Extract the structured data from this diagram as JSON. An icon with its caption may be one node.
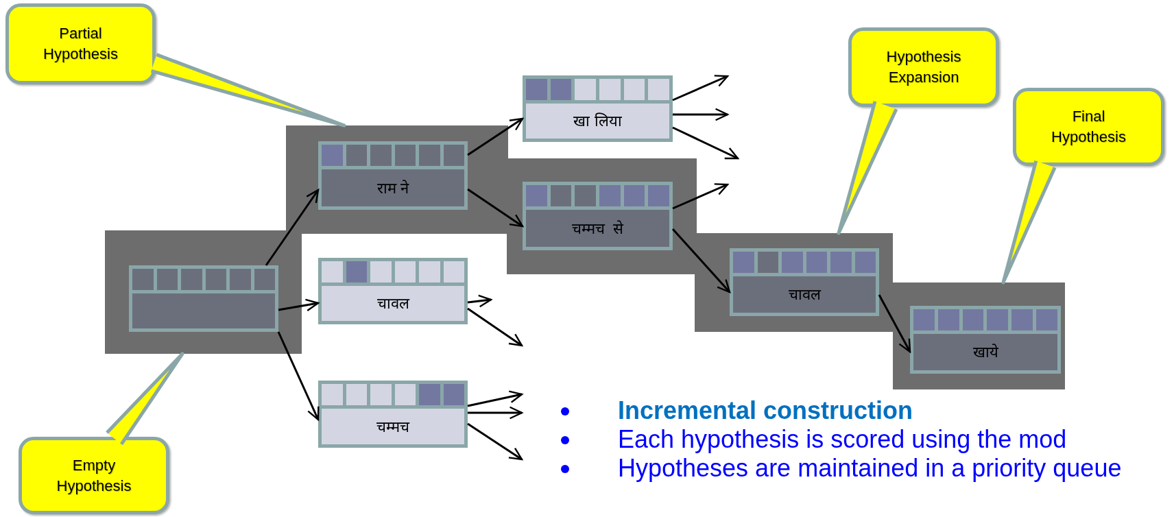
{
  "diagram": {
    "nodes": [
      {
        "text": [
          "Partial Hypothesis"
        ]
      },
      {
        "text": [
          "Hypothesis Expansion"
        ]
      },
      {
        "text": [
          "Final Hypothesis"
        ]
      },
      {
        "text": [],
        "shape": "box"
      },
      {
        "text": [
          "राम ने"
        ],
        "in": 3
      },
      {
        "text": [
          "खा लिया"
        ]
      },
      {
        "text": [],
        "shape": "box"
      },
      {
        "text": [
          "चम्मच  से"
        ],
        "in": 6
      },
      {
        "text": [],
        "shape": "box"
      },
      {
        "text": [],
        "shape": "box",
        "in": 8
      },
      {
        "text": [
          "चावल"
        ]
      },
      {
        "text": [],
        "shape": "box"
      },
      {
        "text": [
          "चावल"
        ],
        "in": 11
      },
      {
        "text": [],
        "shape": "box"
      },
      {
        "text": [
          "खाये"
        ],
        "in": 13
      },
      {
        "text": [
          "चम्मच"
        ]
      },
      {
        "text": [
          "Empty Hypothesis"
        ]
      }
    ],
    "edges": [
      {
        "from": 0,
        "to": 3,
        "arrow": "none",
        "color": "#8aa6a8"
      },
      {
        "from": 1,
        "to": 11,
        "arrow": "none",
        "color": "#8aa6a8"
      },
      {
        "from": 2,
        "to": 13,
        "arrow": "none",
        "color": "#8aa6a8"
      },
      {
        "from": 16,
        "to": 8,
        "arrow": "none",
        "color": "#8aa6a8"
      },
      {
        "from": 9,
        "to": 4,
        "arrow": "to"
      },
      {
        "from": 9,
        "to": 10,
        "arrow": "to"
      },
      {
        "from": 9,
        "to": 15,
        "arrow": "to"
      },
      {
        "from": 4,
        "to": 5,
        "arrow": "to"
      },
      {
        "from": 4,
        "to": 7,
        "arrow": "to"
      },
      {
        "from": 7,
        "to": 12,
        "arrow": "to"
      },
      {
        "from": 12,
        "to": 14,
        "arrow": "to"
      },
      {
        "from": 5,
        "to": null,
        "arrow": "to"
      },
      {
        "from": 5,
        "to": null,
        "arrow": "to"
      },
      {
        "from": 5,
        "to": null,
        "arrow": "to"
      },
      {
        "from": 7,
        "to": null,
        "arrow": "to"
      },
      {
        "from": 10,
        "to": null,
        "arrow": "to"
      },
      {
        "from": 10,
        "to": null,
        "arrow": "to"
      },
      {
        "from": 15,
        "to": null,
        "arrow": "to"
      },
      {
        "from": 15,
        "to": null,
        "arrow": "to"
      },
      {
        "from": 15,
        "to": null,
        "arrow": "to"
      }
    ],
    "labels": [
      "Incremental construction",
      "Each hypothesis is scored using the mod",
      "Hypotheses are maintained in a priority queue"
    ]
  }
}
